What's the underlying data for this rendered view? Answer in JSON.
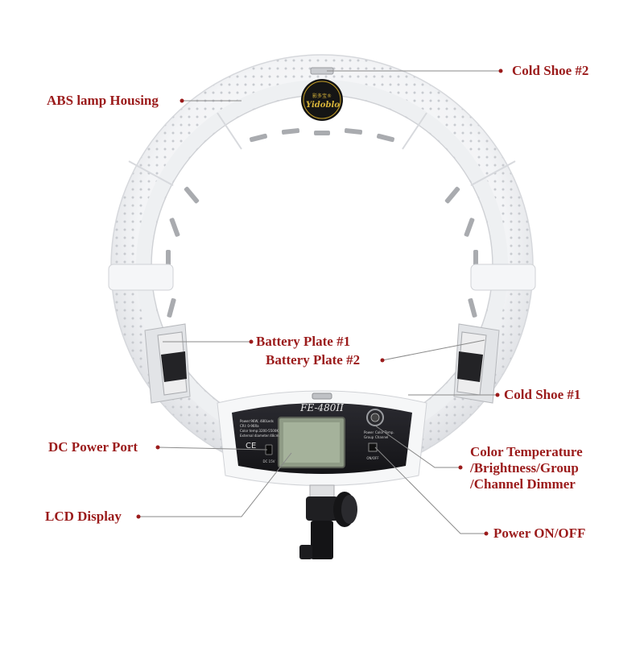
{
  "brand": {
    "logo_text": "Yidoblo",
    "model": "FE-480II",
    "panel_left_text": [
      "Power:96W, 480Leds",
      "CRI: 0-96Ra",
      "Color temp:3200-5500K",
      "External diameter:48cm"
    ],
    "panel_right_labels": [
      "Power",
      "Color Temp.",
      "Group",
      "Channel"
    ],
    "switch_label": "ON/OFF",
    "dc_label": "DC 15V",
    "ce_mark": "CE"
  },
  "labels": {
    "cold_shoe_2": "Cold Shoe #2",
    "abs_housing": "ABS lamp Housing",
    "battery_plate_1": "Battery Plate #1",
    "battery_plate_2": "Battery Plate #2",
    "cold_shoe_1": "Cold Shoe #1",
    "dc_power_port": "DC Power Port",
    "color_temp_line1": "Color Temperature",
    "color_temp_line2": "/Brightness/Group",
    "color_temp_line3": "/Channel Dimmer",
    "lcd_display": "LCD Display",
    "power_on_off": "Power ON/OFF"
  },
  "colors": {
    "label_red": "#9b1b1b",
    "leader_line": "#8a8a8a",
    "ring_white": "#f4f5f7",
    "panel_black": "#1e1e22",
    "lcd_green": "#9aa88f"
  }
}
